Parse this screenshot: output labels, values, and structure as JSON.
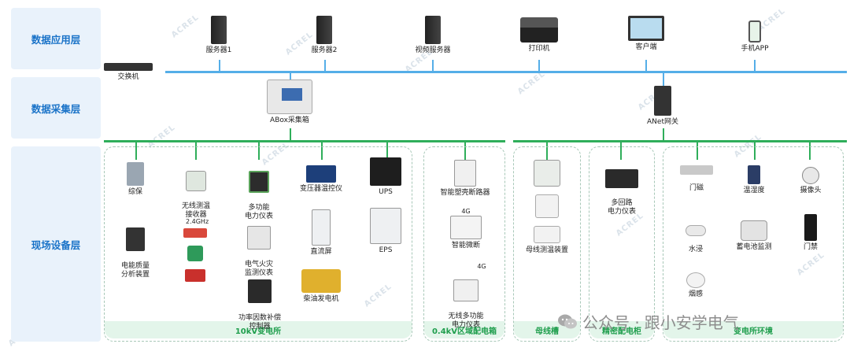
{
  "layers": {
    "app": "数据应用层",
    "collect": "数据采集层",
    "field": "现场设备层"
  },
  "app_devices": {
    "switch": "交换机",
    "server1": "服务器1",
    "server2": "服务器2",
    "video_server": "视频服务器",
    "printer": "打印机",
    "client": "客户端",
    "mobile_app": "手机APP"
  },
  "collect_devices": {
    "abox": "ABox采集箱",
    "anet": "ANet网关"
  },
  "field_devices": {
    "zongbao": "综保",
    "wireless_temp": "无线测温\n接收器",
    "multi_meter": "多功能\n电力仪表",
    "transformer_temp": "变压器温控仪",
    "ups": "UPS",
    "power_quality": "电能质量\n分析装置",
    "freq_label": "2.4GHz",
    "fire_monitor": "电气火灾\n监测仪表",
    "dc_screen": "直流屏",
    "eps": "EPS",
    "pf_controller": "功率因数补偿\n控制器",
    "diesel_gen": "柴油发电机",
    "smart_breaker": "智能塑壳断路器",
    "smart_micro_breaker": "智能微断",
    "four_g_a": "4G",
    "four_g_b": "4G",
    "wireless_meter": "无线多功能\n电力仪表",
    "busbar_temp": "母线测温装置",
    "multi_loop_meter": "多回路\n电力仪表",
    "door_magnet": "门磁",
    "temp_humidity": "温湿度",
    "camera": "摄像头",
    "water_leak": "水浸",
    "battery_monitor": "蓄电池监测",
    "access_control": "门禁",
    "smoke": "烟感"
  },
  "zones": {
    "z10kv": "10kV变电所",
    "z04kv": "0.4kV区域配电箱",
    "busbar": "母线槽",
    "precision": "精密配电柜",
    "environment": "变电所环境"
  },
  "watermark": "ACREL",
  "wechat": {
    "prefix": "公众号 · ",
    "name": "跟小安学电气"
  },
  "colors": {
    "layer_text": "#1a73c8",
    "layer_bg": "#e9f2fb",
    "bus_blue": "#55aee8",
    "bus_green": "#2fae5a",
    "zone_label": "#1f9e4d"
  }
}
